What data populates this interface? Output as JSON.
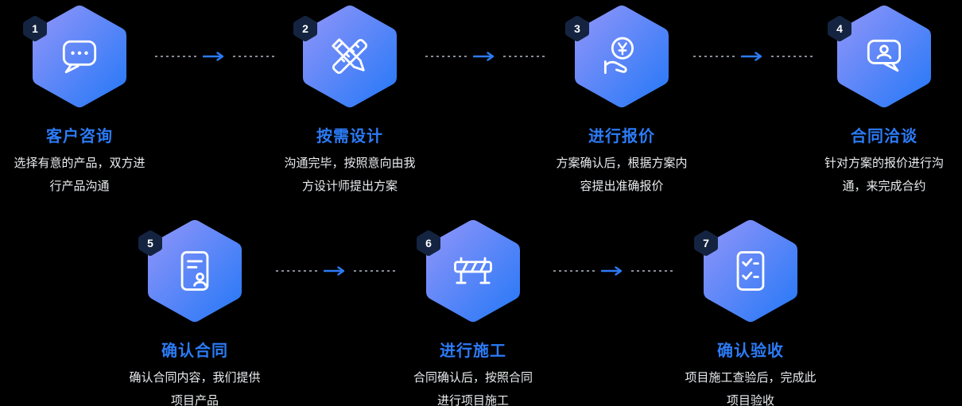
{
  "diagram": {
    "type": "process-flow",
    "step_count": 7
  },
  "steps": [
    {
      "number": "1",
      "title": "客户咨询",
      "description": "选择有意的产品，双方进\n行产品沟通",
      "icon": "chat-icon"
    },
    {
      "number": "2",
      "title": "按需设计",
      "description": "沟通完毕，按照意向由我\n方设计师提出方案",
      "icon": "design-icon"
    },
    {
      "number": "3",
      "title": "进行报价",
      "description": "方案确认后，根据方案内\n容提出准确报价",
      "icon": "quote-icon"
    },
    {
      "number": "4",
      "title": "合同洽谈",
      "description": "针对方案的报价进行沟\n通，来完成合约",
      "icon": "negotiate-icon"
    },
    {
      "number": "5",
      "title": "确认合同",
      "description": "确认合同内容，我们提供\n项目产品",
      "icon": "contract-icon"
    },
    {
      "number": "6",
      "title": "进行施工",
      "description": "合同确认后，按照合同\n进行项目施工",
      "icon": "construction-icon"
    },
    {
      "number": "7",
      "title": "确认验收",
      "description": "项目施工查验后，完成此\n项目验收",
      "icon": "acceptance-icon"
    }
  ],
  "colors": {
    "background": "#000000",
    "hex_grad_start": "#8A93F9",
    "hex_grad_end": "#2C7AF7",
    "badge_bg": "#142440",
    "title_color": "#2C7BF6",
    "desc_color": "#E9EBEE",
    "icon_color": "#FFFFFF",
    "dash_color": "#878D95",
    "arrow_color": "#2C7BF6"
  }
}
